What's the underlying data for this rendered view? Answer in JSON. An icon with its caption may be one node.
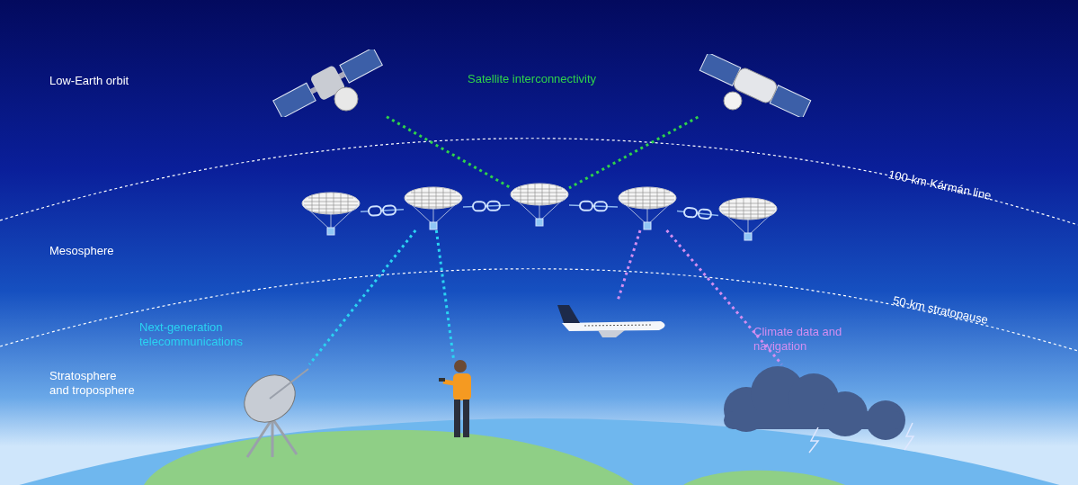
{
  "diagram": {
    "nodes": [
      {
        "text": [],
        "shape": "picture"
      },
      {
        "text": [],
        "shape": "picture"
      },
      {
        "text": [],
        "shape": "balloon"
      },
      {
        "text": [],
        "shape": "balloon"
      },
      {
        "text": [],
        "shape": "balloon"
      },
      {
        "text": [],
        "shape": "balloon"
      },
      {
        "text": [],
        "shape": "balloon"
      },
      {
        "text": [],
        "shape": "picture"
      },
      {
        "text": [],
        "shape": "person"
      },
      {
        "text": [],
        "shape": "picture"
      },
      {
        "text": [],
        "shape": "cloud"
      }
    ],
    "edges": [
      {
        "from": 0,
        "to": 4,
        "arrow": "none",
        "style": "dashed",
        "color": "#2fd24a"
      },
      {
        "from": 1,
        "to": 4,
        "arrow": "none",
        "style": "dashed",
        "color": "#2fd24a"
      },
      {
        "from": 2,
        "to": 3,
        "arrow": "none",
        "color": "#8fb8ee"
      },
      {
        "from": 3,
        "to": 4,
        "arrow": "none",
        "color": "#8fb8ee"
      },
      {
        "from": 4,
        "to": 5,
        "arrow": "none",
        "color": "#8fb8ee"
      },
      {
        "from": 5,
        "to": 6,
        "arrow": "none",
        "color": "#8fb8ee"
      },
      {
        "from": 3,
        "to": 7,
        "arrow": "none",
        "style": "dashed",
        "color": "#2ad4f2"
      },
      {
        "from": 3,
        "to": 8,
        "arrow": "none",
        "style": "dashed",
        "color": "#2ad4f2"
      },
      {
        "from": 5,
        "to": 9,
        "arrow": "none",
        "style": "dashed",
        "color": "#d38ef0"
      },
      {
        "from": 5,
        "to": 10,
        "arrow": "none",
        "style": "dashed",
        "color": "#d38ef0"
      }
    ],
    "labels": [
      "Low-Earth orbit",
      "Satellite interconnectivity",
      "100-km Kármán line",
      "Mesosphere",
      "50-km stratopause",
      "Next-generation telecommunications",
      "Climate data and navigation",
      "Stratosphere and troposphere"
    ]
  }
}
